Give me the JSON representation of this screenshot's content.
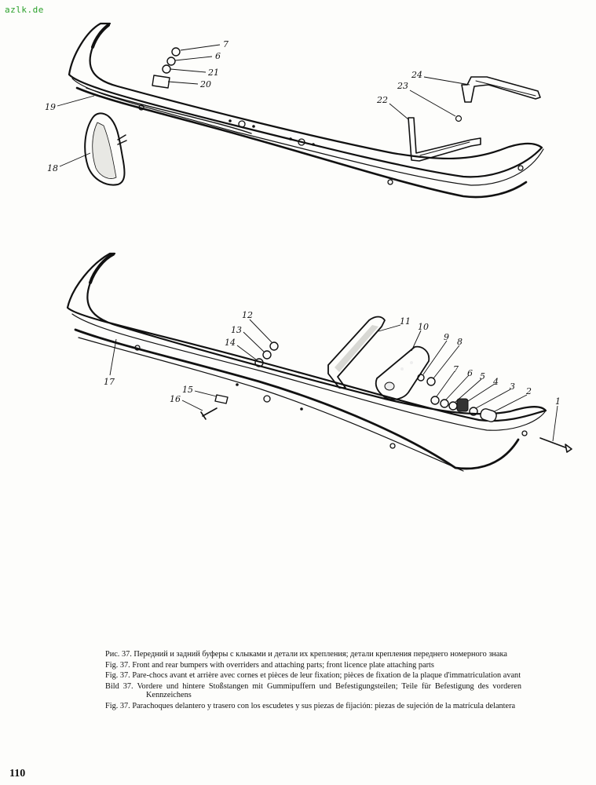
{
  "watermark": "azlk.de",
  "page_number": "110",
  "callouts": [
    "1",
    "2",
    "3",
    "4",
    "5",
    "6",
    "7",
    "8",
    "9",
    "10",
    "11",
    "12",
    "13",
    "14",
    "15",
    "16",
    "17",
    "18",
    "19",
    "20",
    "21",
    "22",
    "23",
    "24"
  ],
  "caption": [
    "Рис. 37. Передний и задний буферы с клыками и детали их крепления; детали крепления переднего номерного знака",
    "Fig. 37. Front and rear bumpers with overriders and attaching parts; front licence plate attaching parts",
    "Fig. 37. Pare-chocs avant et arrière avec cornes et pièces de leur fixation; pièces de fixation de la plaque d'immatriculation avant",
    "Bild 37. Vordere und hintere Stoßstangen mit Gummipuffern und Befestigungsteilen; Teile für Befestigung des vorderen Kennzeichens",
    "Fig. 37. Parachoques delantero y trasero con los escudetes y sus piezas de fijación: piezas de sujeción de la matrícula delantera"
  ]
}
